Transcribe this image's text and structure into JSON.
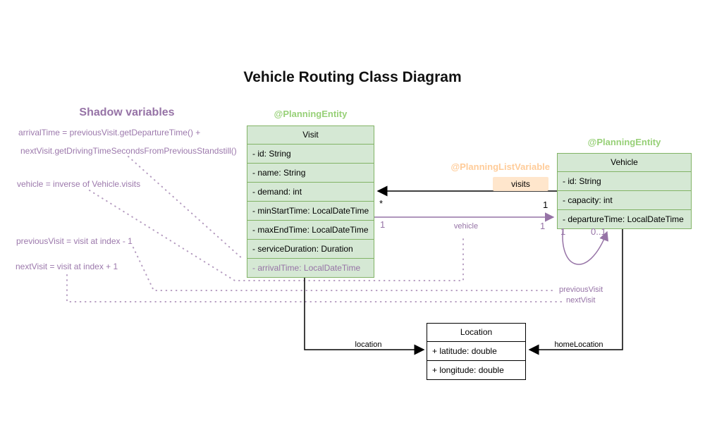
{
  "title": "Vehicle Routing Class Diagram",
  "shadow": {
    "heading": "Shadow variables",
    "lines": [
      "arrivalTime = previousVisit.getDepartureTime() +",
      "nextVisit.getDrivingTimeSecondsFromPreviousStandstill()",
      "vehicle = inverse of Vehicle.visits",
      "previousVisit = visit at index - 1",
      "nextVisit = visit at index + 1"
    ]
  },
  "annotations": {
    "visit_entity": "@PlanningEntity",
    "vehicle_entity": "@PlanningEntity",
    "list_variable": "@PlanningListVariable"
  },
  "classes": {
    "visit": {
      "name": "Visit",
      "rows": [
        "- id: String",
        "- name: String",
        "- demand: int",
        "- minStartTime: LocalDateTime",
        "- maxEndTime: LocalDateTime",
        "- serviceDuration: Duration",
        "- arrivalTime: LocalDateTime"
      ]
    },
    "vehicle": {
      "name": "Vehicle",
      "rows": [
        "- id: String",
        "- capacity: int",
        "- departureTime: LocalDateTime"
      ]
    },
    "location": {
      "name": "Location",
      "rows": [
        "+ latitude: double",
        "+ longitude: double"
      ]
    }
  },
  "relations": {
    "visits": {
      "label": "visits",
      "visit_mult": "*",
      "vehicle_mult": "1"
    },
    "vehicle": {
      "label": "vehicle",
      "visit_mult": "1",
      "vehicle_mult": "1"
    },
    "loop": {
      "near_mult": "1",
      "far_mult": "0..1",
      "previous_label": "previousVisit",
      "next_label": "nextVisit"
    },
    "location": {
      "label": "location"
    },
    "home_location": {
      "label": "homeLocation"
    }
  },
  "colors": {
    "class_fill_green": "#d5e8d4",
    "class_stroke_green": "#82b366",
    "entity_label_green": "#97d077",
    "planning_purple": "#9673a6",
    "listvar_text_orange": "#ffcc99",
    "visits_badge_orange": "#ffe6cc",
    "relation_black": "#000000"
  }
}
